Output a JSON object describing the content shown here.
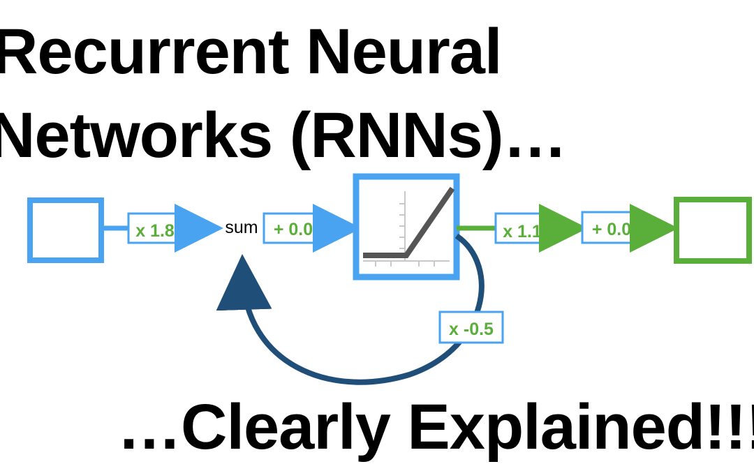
{
  "title": {
    "line1": "Recurrent Neural",
    "line2": "Networks (RNNs)…"
  },
  "subtitle": "…Clearly Explained!!!",
  "diagram": {
    "input_weight": "x 1.8",
    "sum_label": "sum",
    "input_bias": "+ 0.0",
    "output_weight": "x 1.1",
    "output_bias": "+ 0.0",
    "feedback_weight": "x -0.5"
  },
  "colors": {
    "input_blue": "#4aa3f0",
    "output_green": "#5aae3a",
    "feedback_navy": "#1f4e79",
    "activation_line": "#555555"
  },
  "icons": [
    "relu-activation-icon",
    "arrow-right-icon",
    "loop-arrow-icon"
  ]
}
